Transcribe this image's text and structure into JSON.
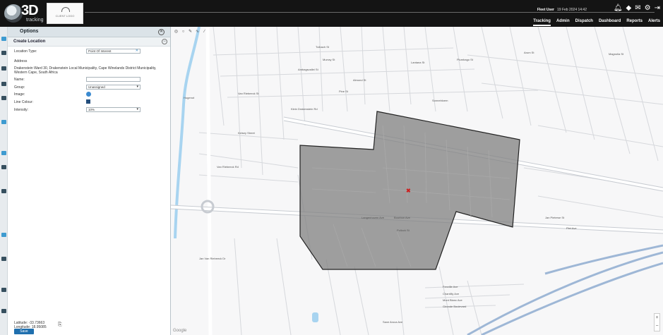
{
  "header": {
    "logo_big": "3D",
    "logo_small": "tracking",
    "client_logo_text": "CLIENT LOGO",
    "user_label": "Fleet User",
    "date_time": "19 Feb 2024 14:42",
    "icons": [
      "bell-icon",
      "tag-icon",
      "mail-icon",
      "gear-icon",
      "logout-icon"
    ],
    "tabs": [
      "Tracking",
      "Admin",
      "Dispatch",
      "Dashboard",
      "Reports",
      "Alerts"
    ],
    "active_tab": "Tracking"
  },
  "panel": {
    "title": "Options",
    "section_title": "Create Location",
    "fields": {
      "location_type_label": "Location Type:",
      "location_type_value": "Point Of Interest",
      "address_label": "Address",
      "address_value": "Drakenstein Ward 30, Drakenstein Local Municipality, Cape Winelands District Municipality, Western Cape, South Africa",
      "name_label": "Name:",
      "name_value": "",
      "group_label": "Group:",
      "group_value": "Unassigned",
      "image_label": "Image:",
      "line_colour_label": "Line Colour:",
      "line_colour": "#244e7c",
      "intensity_label": "Intensity:",
      "intensity_value": "10%"
    },
    "latitude_label": "Latitude:",
    "latitude_value": "-33.73663",
    "longitude_label": "Longitude:",
    "longitude_value": "18.95085",
    "save_label": "Save"
  },
  "map": {
    "street_labels": [
      "Tulbach St",
      "Murray St",
      "Lantana St",
      "Plumbago St",
      "Arum St",
      "Magnolia St",
      "Ambagsvallei St",
      "Pine St",
      "Almond St",
      "Van Riebeeck St",
      "Sonnebloem",
      "Klein Drakenstein Rd",
      "Langenhoven Ave",
      "Bourbon Ave",
      "Pollock St",
      "Fenville Ave",
      "Chantilly Ave",
      "Mont Blanc Ave",
      "Gironde Boulevard",
      "Jan Pieterse St",
      "Piet Ave",
      "Hugenot",
      "Kelsey Street",
      "Van Riebeeck Rd",
      "Jan Van Riebeeck Dr",
      "Saxe Aroca Ave"
    ],
    "polygon_fill": "#808080",
    "marker": "x-marker",
    "tools": [
      "target-icon",
      "circle-icon",
      "pencil-icon",
      "zigzag-icon",
      "ruler-icon"
    ],
    "attribution": "Google"
  }
}
